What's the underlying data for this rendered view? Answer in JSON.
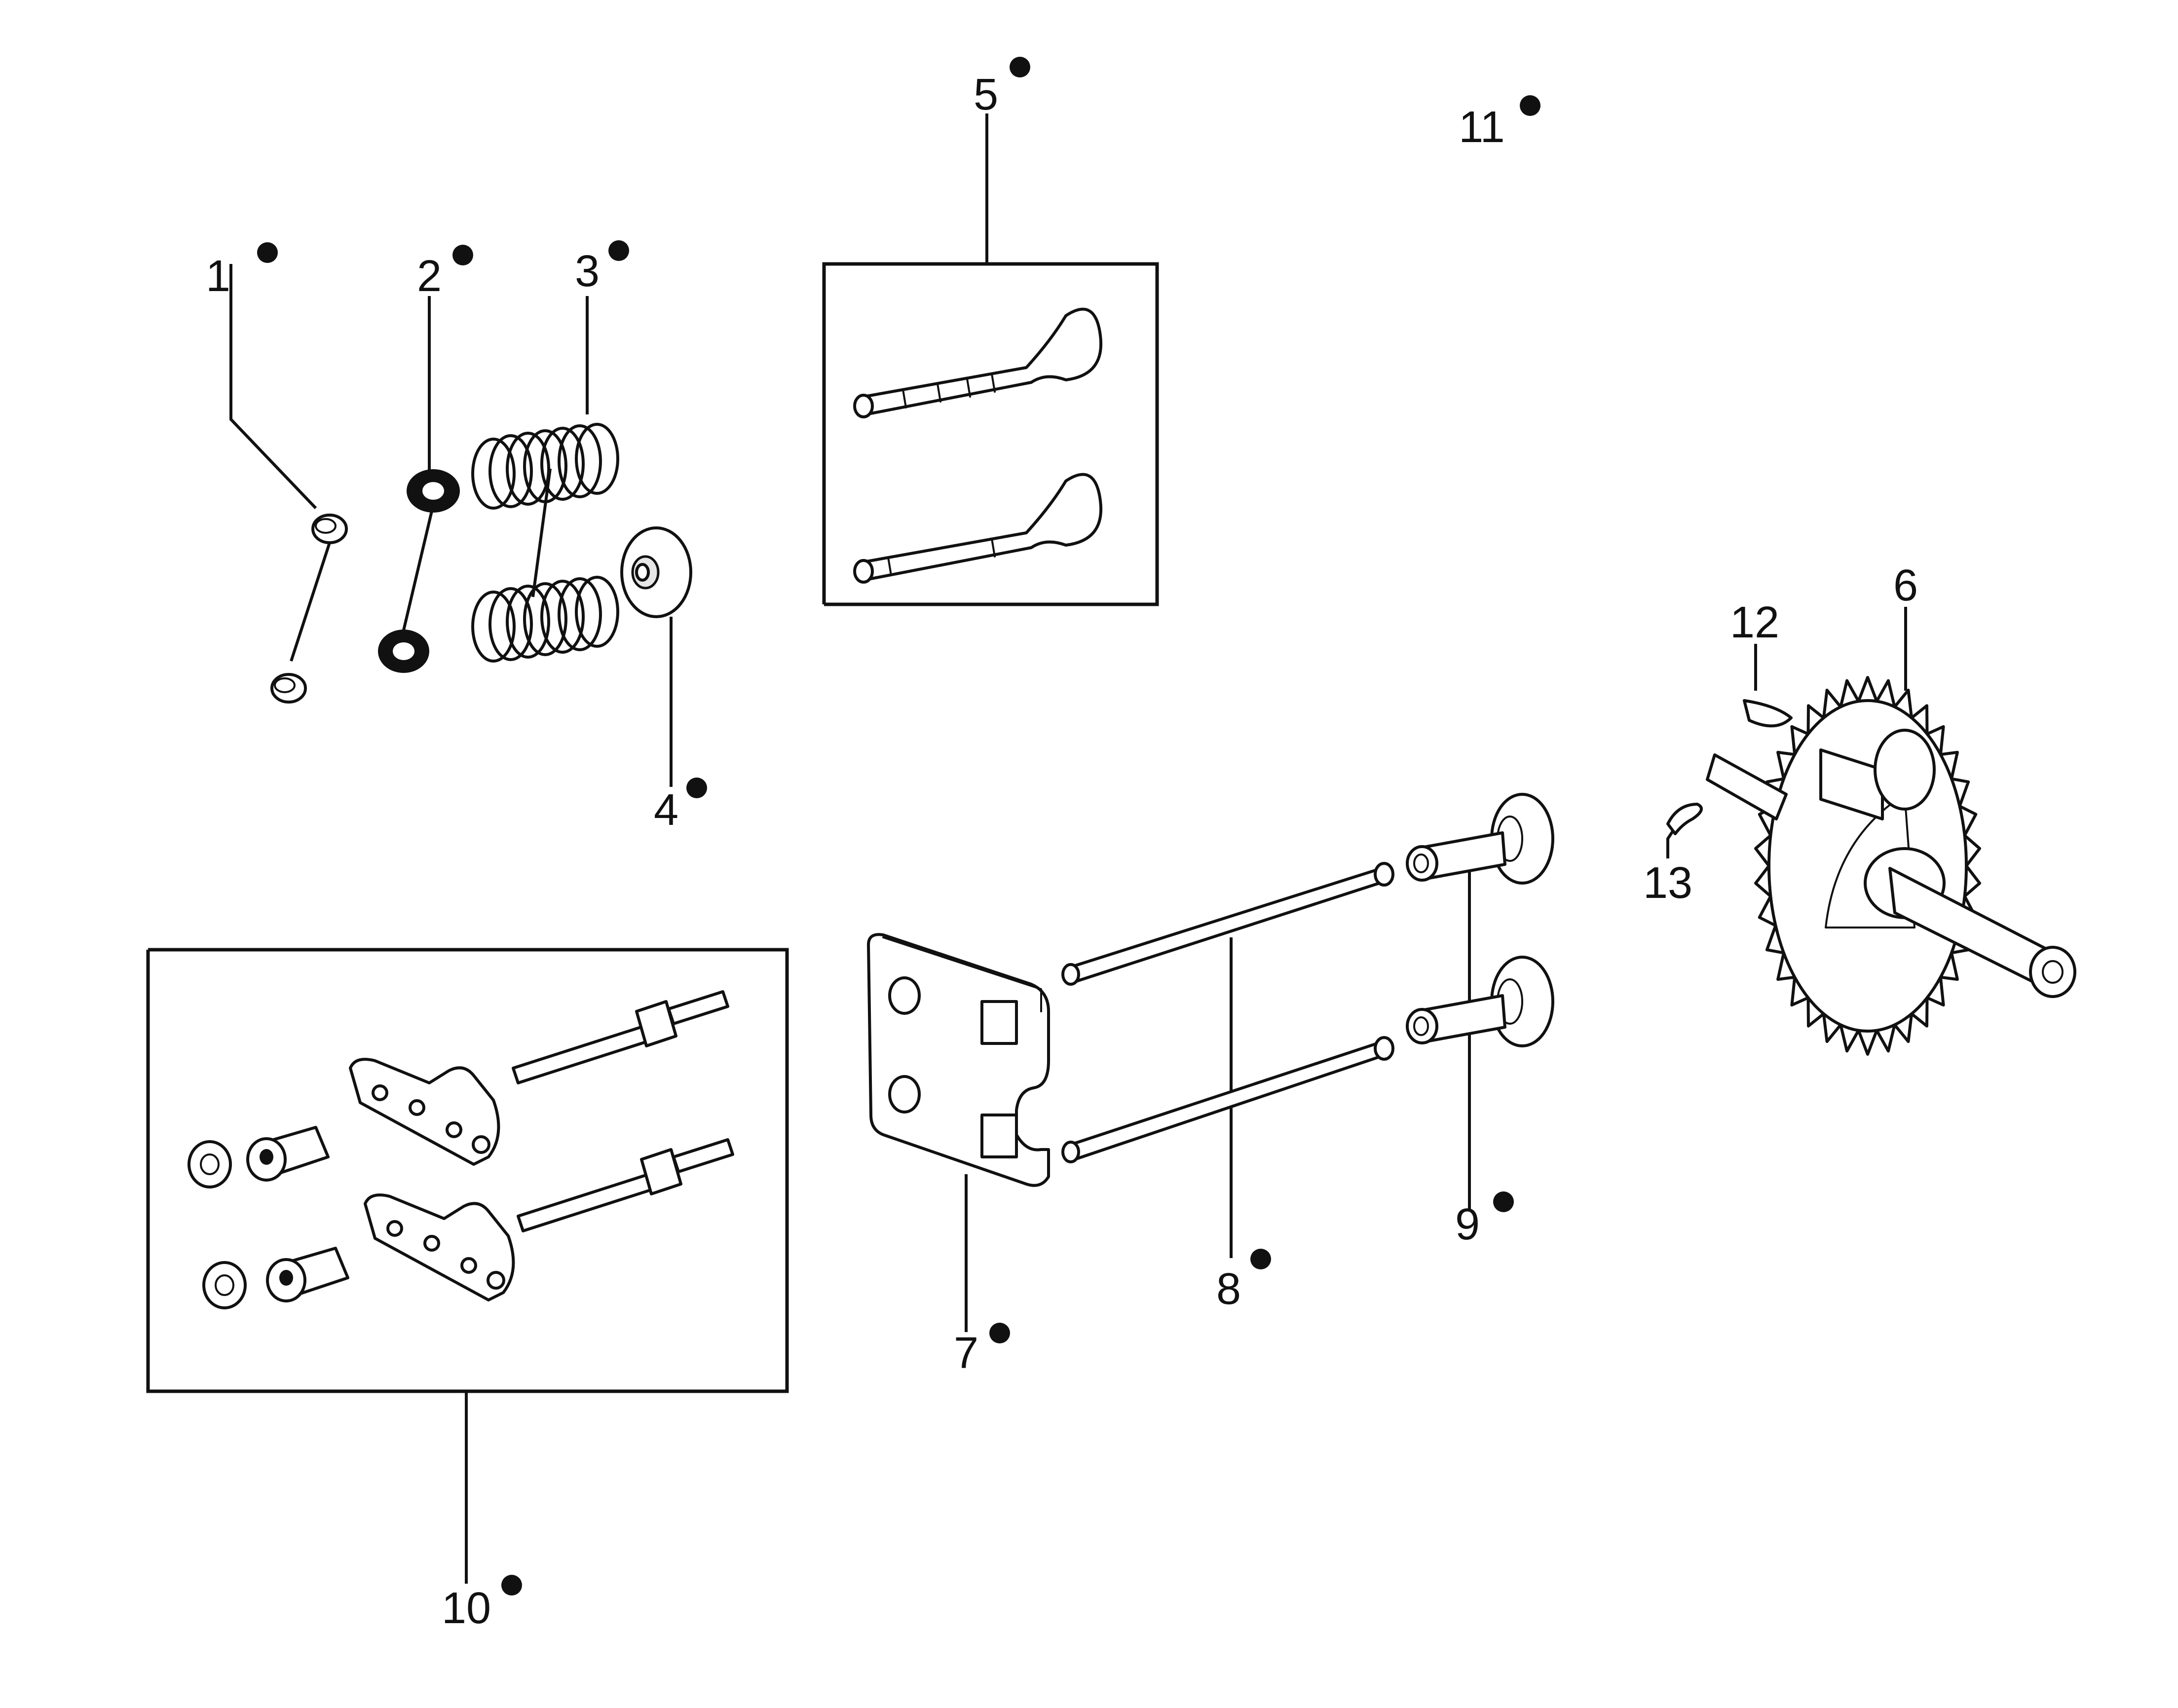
{
  "diagram": {
    "callouts": [
      {
        "id": "1",
        "label": "1",
        "marker": true
      },
      {
        "id": "2",
        "label": "2",
        "marker": true
      },
      {
        "id": "3",
        "label": "3",
        "marker": true
      },
      {
        "id": "4",
        "label": "4",
        "marker": true
      },
      {
        "id": "5",
        "label": "5",
        "marker": true
      },
      {
        "id": "6",
        "label": "6",
        "marker": false
      },
      {
        "id": "7",
        "label": "7",
        "marker": true
      },
      {
        "id": "8",
        "label": "8",
        "marker": true
      },
      {
        "id": "9",
        "label": "9",
        "marker": true
      },
      {
        "id": "10",
        "label": "10",
        "marker": true
      },
      {
        "id": "11",
        "label": "11",
        "marker": true
      },
      {
        "id": "12",
        "label": "12",
        "marker": false
      },
      {
        "id": "13",
        "label": "13",
        "marker": false
      }
    ],
    "colors": {
      "ink": "#111111",
      "background": "#ffffff"
    }
  }
}
